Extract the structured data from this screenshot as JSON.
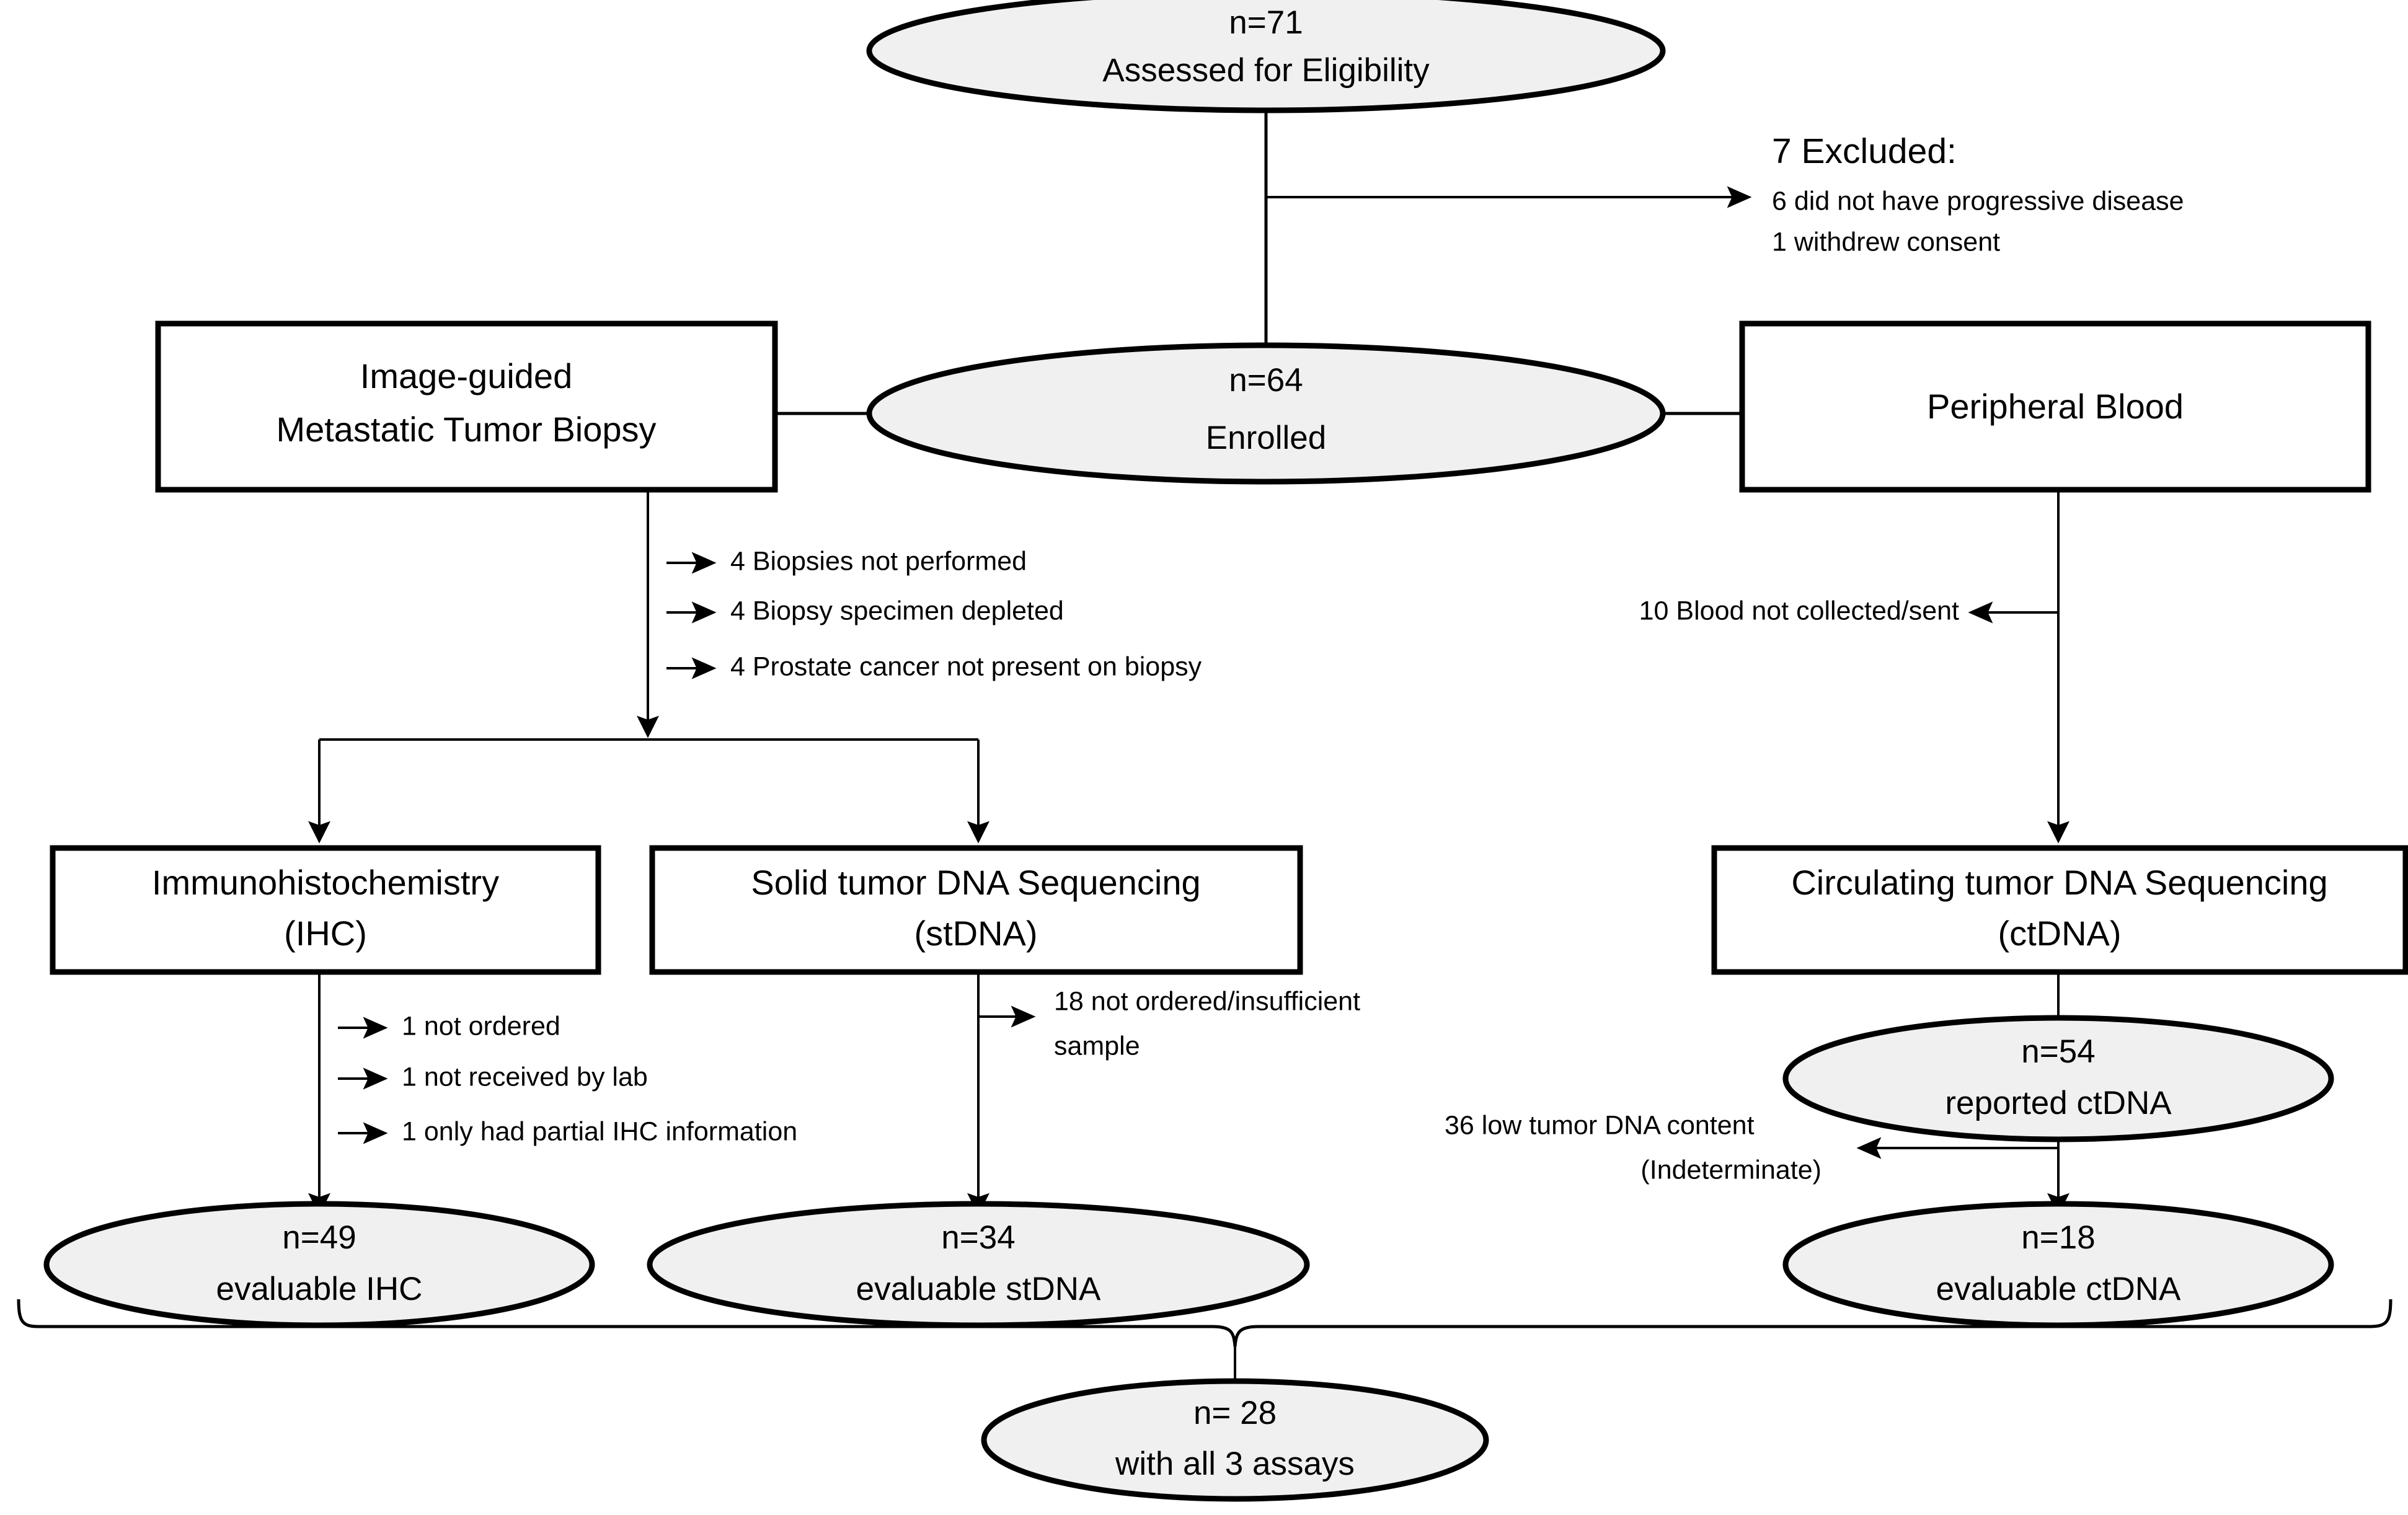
{
  "diagram": {
    "title": "CONSORT patient flow diagram",
    "colors": {
      "node_fill": "#f0f0f0",
      "box_fill": "#ffffff",
      "stroke": "#000000",
      "background": "#ffffff"
    },
    "nodes": {
      "assessed": {
        "line1": "n=71",
        "line2": "Assessed for Eligibility"
      },
      "enrolled": {
        "line1": "n=64",
        "line2": "Enrolled"
      },
      "biopsy_box": {
        "line1": "Image-guided",
        "line2": "Metastatic Tumor Biopsy"
      },
      "blood_box": {
        "line1": "Peripheral Blood"
      },
      "ihc_box": {
        "line1": "Immunohistochemistry",
        "line2": "(IHC)"
      },
      "stdna_box": {
        "line1": "Solid tumor DNA Sequencing",
        "line2": "(stDNA)"
      },
      "ctdna_box": {
        "line1": "Circulating tumor DNA Sequencing",
        "line2": "(ctDNA)"
      },
      "reported_ctdna": {
        "line1": "n=54",
        "line2": "reported ctDNA"
      },
      "evaluable_ihc": {
        "line1": "n=49",
        "line2": "evaluable IHC"
      },
      "evaluable_stdna": {
        "line1": "n=34",
        "line2": "evaluable stDNA"
      },
      "evaluable_ctdna": {
        "line1": "n=18",
        "line2": "evaluable ctDNA"
      },
      "all_three": {
        "line1": "n= 28",
        "line2": "with all 3 assays"
      }
    },
    "annotations": {
      "excluded_heading": "7 Excluded:",
      "excluded_items": [
        "6 did not have progressive disease",
        "1 withdrew consent"
      ],
      "biopsy_losses": [
        "4 Biopsies not performed",
        "4 Biopsy specimen depleted",
        "4 Prostate cancer not present on biopsy"
      ],
      "blood_loss": "10 Blood not collected/sent",
      "ihc_losses": [
        "1 not ordered",
        "1 not received by lab",
        "1 only had partial IHC information"
      ],
      "stdna_loss_line1": "18 not ordered/insufficient",
      "stdna_loss_line2": "sample",
      "ctdna_loss_line1": "36 low tumor DNA content",
      "ctdna_loss_line2": "(Indeterminate)"
    }
  },
  "chart_data": {
    "type": "diagram",
    "title": "Patient flow (CONSORT)",
    "flow": [
      {
        "stage": "Assessed for Eligibility",
        "n": 71
      },
      {
        "stage": "Excluded",
        "n": 7,
        "reasons": [
          {
            "label": "did not have progressive disease",
            "n": 6
          },
          {
            "label": "withdrew consent",
            "n": 1
          }
        ]
      },
      {
        "stage": "Enrolled",
        "n": 64
      },
      {
        "stage": "Image-guided Metastatic Tumor Biopsy",
        "losses": [
          {
            "label": "Biopsies not performed",
            "n": 4
          },
          {
            "label": "Biopsy specimen depleted",
            "n": 4
          },
          {
            "label": "Prostate cancer not present on biopsy",
            "n": 4
          }
        ]
      },
      {
        "stage": "Peripheral Blood",
        "losses": [
          {
            "label": "Blood not collected/sent",
            "n": 10
          }
        ]
      },
      {
        "stage": "Immunohistochemistry (IHC)",
        "losses": [
          {
            "label": "not ordered",
            "n": 1
          },
          {
            "label": "not received by lab",
            "n": 1
          },
          {
            "label": "only had partial IHC information",
            "n": 1
          }
        ],
        "evaluable": 49
      },
      {
        "stage": "Solid tumor DNA Sequencing (stDNA)",
        "losses": [
          {
            "label": "not ordered/insufficient sample",
            "n": 18
          }
        ],
        "evaluable": 34
      },
      {
        "stage": "Circulating tumor DNA Sequencing (ctDNA)",
        "reported": 54,
        "losses": [
          {
            "label": "low tumor DNA content (Indeterminate)",
            "n": 36
          }
        ],
        "evaluable": 18
      },
      {
        "stage": "with all 3 assays",
        "n": 28
      }
    ]
  }
}
